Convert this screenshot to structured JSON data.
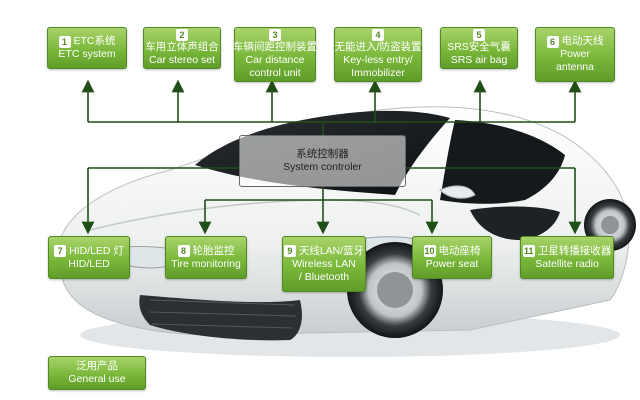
{
  "controller": {
    "cn": "系统控制器",
    "en": "System controler"
  },
  "modules": [
    {
      "num": "1",
      "cn": "ETC系统",
      "en": "ETC system"
    },
    {
      "num": "2",
      "cn": "车用立体声组合",
      "en": "Car stereo set"
    },
    {
      "num": "3",
      "cn": "车辆间距控制装置",
      "en": "Car distance",
      "en2": "control unit"
    },
    {
      "num": "4",
      "cn": "无能进入/防盗装置",
      "en": "Key-less entry/",
      "en2": "Immobilizer"
    },
    {
      "num": "5",
      "cn": "SRS安全气囊",
      "en": "SRS air bag"
    },
    {
      "num": "6",
      "cn": "电动天线",
      "en": "Power",
      "en2": "antenna"
    },
    {
      "num": "7",
      "cn": "HID/LED 灯",
      "en": "HID/LED"
    },
    {
      "num": "8",
      "cn": "轮胎监控",
      "en": "Tire monitoring"
    },
    {
      "num": "9",
      "cn": "天线LAN/蓝牙",
      "en": "Wireless LAN",
      "en2": "/ Bluetooth"
    },
    {
      "num": "10",
      "cn": "电动座椅",
      "en": "Power seat"
    },
    {
      "num": "11",
      "cn": "卫星转播接收器",
      "en": "Satellite radio"
    }
  ],
  "general": {
    "cn": "泛用产品",
    "en": "General use"
  },
  "colors": {
    "box": "#7ab83a",
    "connector": "#1f4f16"
  }
}
